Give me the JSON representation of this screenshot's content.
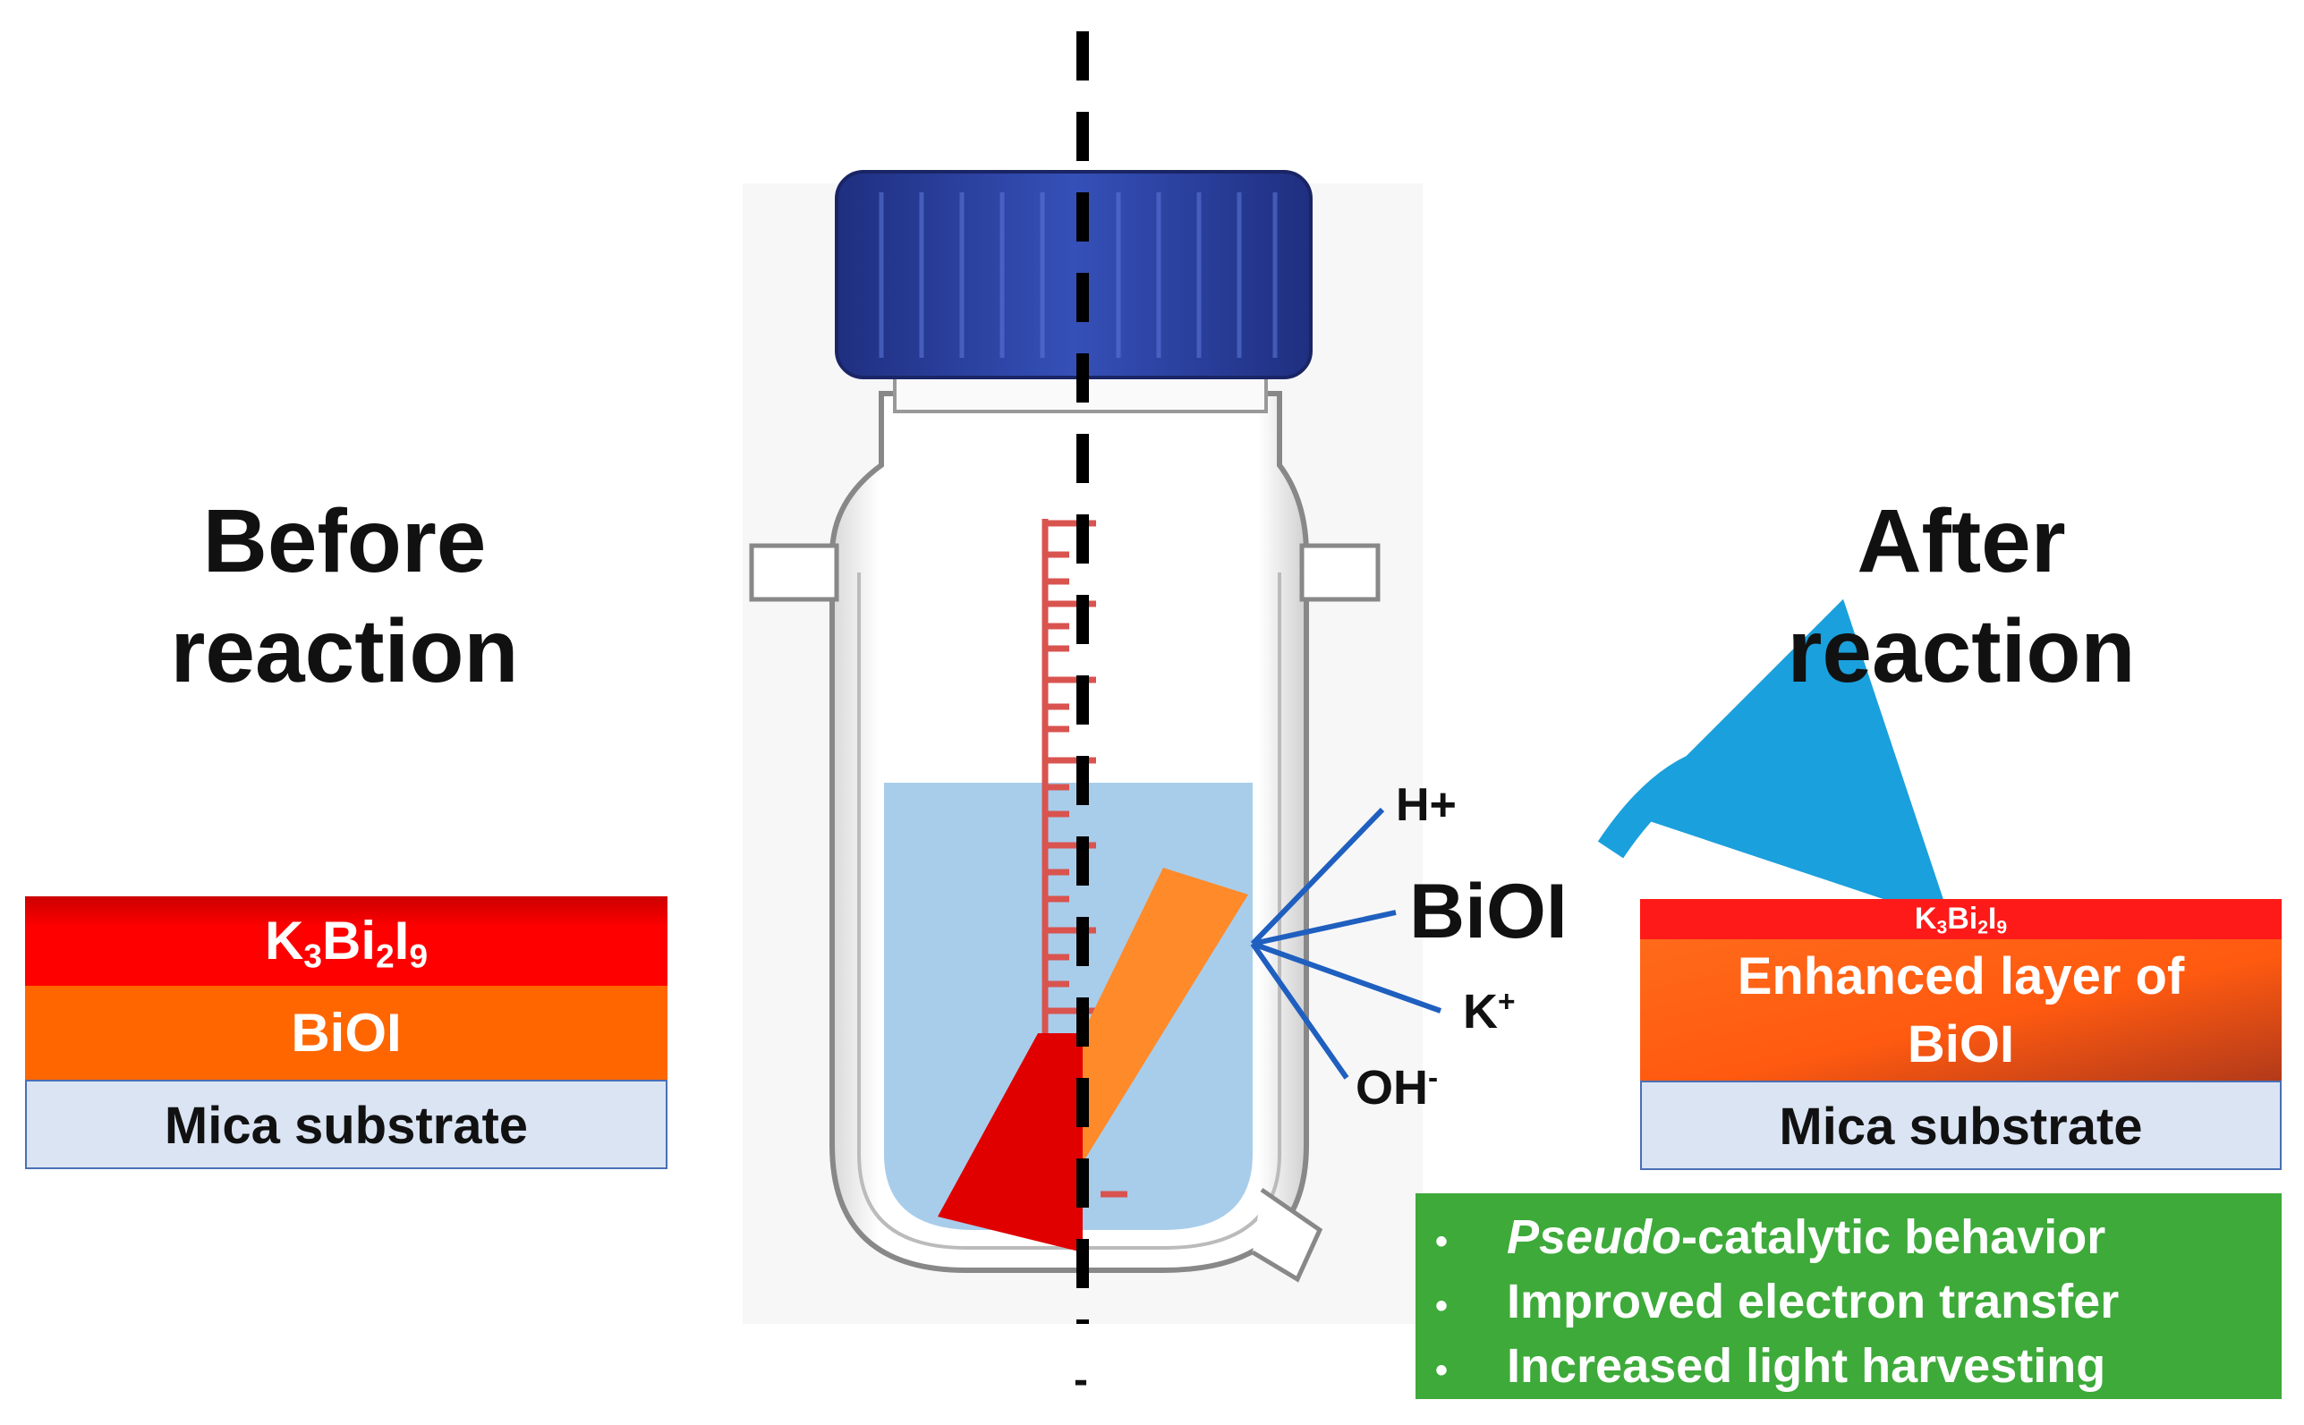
{
  "left_panel": {
    "heading_line1": "Before",
    "heading_line2": "reaction",
    "layers": {
      "k3bi2i9": {
        "k": "K",
        "sub1": "3",
        "bi": "Bi",
        "sub2": "2",
        "i": "I",
        "sub3": "9"
      },
      "bioi": "BiOI",
      "mica": "Mica substrate"
    }
  },
  "right_panel": {
    "heading_line1": "After",
    "heading_line2": "reaction",
    "layers": {
      "k3bi2i9": {
        "k": "K",
        "sub1": "3",
        "bi": "Bi",
        "sub2": "2",
        "i": "I",
        "sub3": "9"
      },
      "enhanced_line1": "Enhanced layer of",
      "enhanced_line2": "BiOI",
      "mica": "Mica substrate"
    }
  },
  "ions": {
    "h": "H+",
    "bioi": "BiOI",
    "k_base": "K",
    "k_sup": "+",
    "oh_base": "OH",
    "oh_sup": "-"
  },
  "benefits": {
    "bullet": "•",
    "item1_italic": "Pseudo",
    "item1_rest": "-catalytic behavior",
    "item2": "Improved electron transfer",
    "item3": "Increased light harvesting"
  },
  "axis_mark": "-",
  "colors": {
    "k3bi2i9_red": "#ff0000",
    "bioi_orange": "#ff6600",
    "mica_blue": "#dae4f3",
    "solution_blue": "#a8cdeb",
    "cap_blue": "#2b3f9e",
    "arrow_blue": "#1aa0dc",
    "box_green": "#3daa3a",
    "ion_line_blue": "#1f5fbf"
  },
  "icons": [
    "glass-reactor-bottle-icon",
    "curved-arrow-icon",
    "dashed-axis-line"
  ]
}
